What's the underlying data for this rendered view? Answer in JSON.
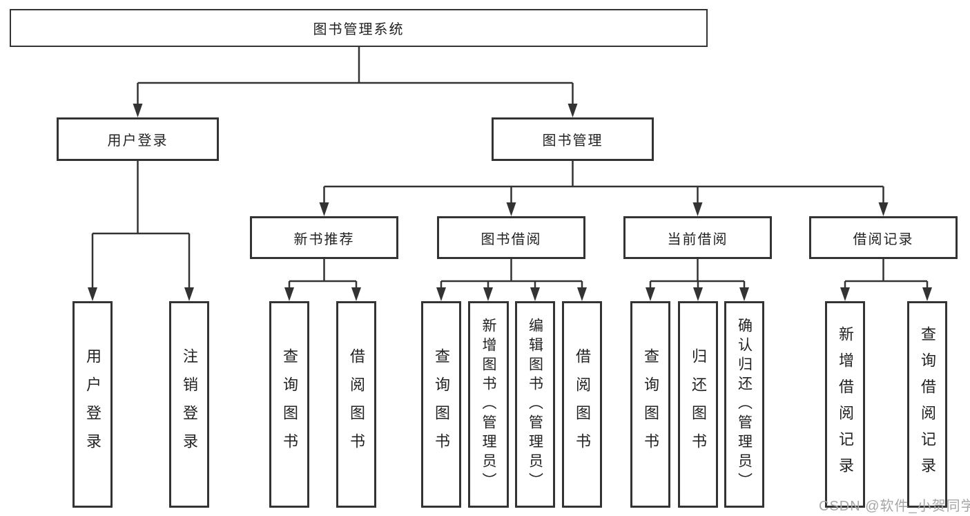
{
  "tree": {
    "root": {
      "label": "图书管理系统"
    },
    "children": [
      {
        "label": "用户登录",
        "children": [
          {
            "label": "用户登录"
          },
          {
            "label": "注销登录"
          }
        ]
      },
      {
        "label": "图书管理",
        "children": [
          {
            "label": "新书推荐",
            "children": [
              {
                "label": "查询图书"
              },
              {
                "label": "借阅图书"
              }
            ]
          },
          {
            "label": "图书借阅",
            "children": [
              {
                "label": "查询图书"
              },
              {
                "label": "新增图书（管理员）"
              },
              {
                "label": "编辑图书（管理员）"
              },
              {
                "label": "借阅图书"
              }
            ]
          },
          {
            "label": "当前借阅",
            "children": [
              {
                "label": "查询图书"
              },
              {
                "label": "归还图书"
              },
              {
                "label": "确认归还（管理员）"
              }
            ]
          },
          {
            "label": "借阅记录",
            "children": [
              {
                "label": "新增借阅记录"
              },
              {
                "label": "查询借阅记录"
              }
            ]
          }
        ]
      }
    ]
  },
  "watermark": {
    "text": "CSDN @软件_小贺同学"
  },
  "colors": {
    "line": "#333333",
    "text": "#222222",
    "watermark": "#a6a6a6",
    "background": "#ffffff"
  }
}
